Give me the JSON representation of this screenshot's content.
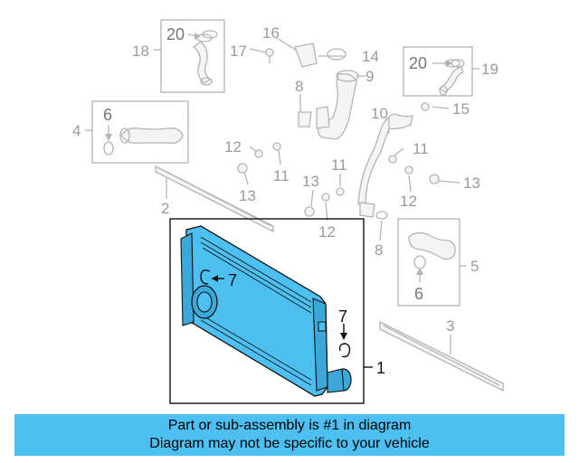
{
  "diagram": {
    "callouts": [
      "1",
      "2",
      "3",
      "4",
      "5",
      "6",
      "6",
      "7",
      "7",
      "8",
      "8",
      "9",
      "10",
      "11",
      "11",
      "11",
      "12",
      "12",
      "12",
      "13",
      "13",
      "13",
      "14",
      "15",
      "16",
      "17",
      "18",
      "19",
      "20",
      "20"
    ]
  },
  "banner": {
    "line1": "Part or sub-assembly is #1 in diagram",
    "line2": "Diagram may not be specific to your vehicle",
    "color": "#4dbff0"
  },
  "colors": {
    "highlight_part": "#4dbff0",
    "context_parts": "#b4b4b4",
    "outline": "#111111"
  }
}
